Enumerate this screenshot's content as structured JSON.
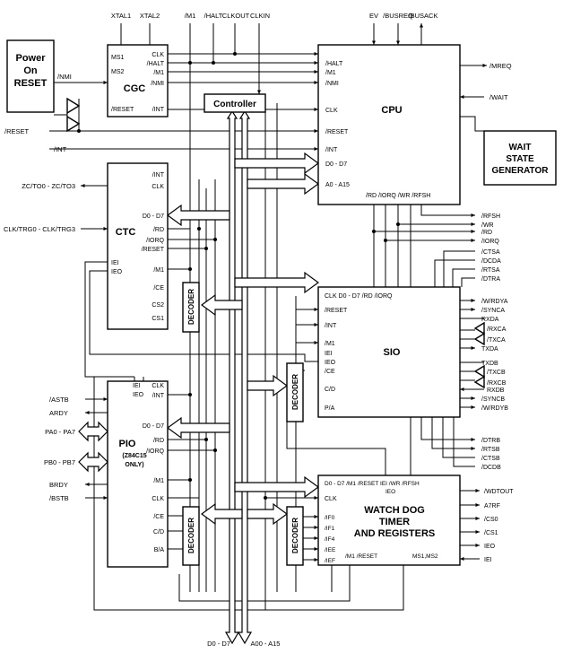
{
  "blocks": {
    "power_on_reset": {
      "line1": "Power",
      "line2": "On",
      "line3": "RESET"
    },
    "cgc": {
      "title": "CGC",
      "left_pins": [
        "MS1",
        "MS2",
        "/RESET"
      ],
      "right_pins": [
        "CLK",
        "/HALT",
        "/M1",
        "/NMI",
        "/INT"
      ]
    },
    "controller": {
      "title": "Controller"
    },
    "cpu": {
      "title": "CPU",
      "left_pins": [
        "/HALT",
        "/M1",
        "/NMI",
        "CLK",
        "/RESET",
        "/INT",
        "D0 - D7",
        "A0 - A15"
      ],
      "bottom_pins": "/RD /IORQ /WR /RFSH"
    },
    "wait_state_generator": {
      "line1": "WAIT",
      "line2": "STATE",
      "line3": "GENERATOR"
    },
    "ctc": {
      "title": "CTC",
      "right_pins": [
        "/INT",
        "CLK",
        "D0 - D7",
        "/RD",
        "/IORQ",
        "/RESET",
        "/M1",
        "/CE",
        "CS2",
        "CS1"
      ],
      "left_pins": [
        "IEI",
        "IEO"
      ]
    },
    "sio": {
      "title": "SIO",
      "top_pins": "CLK  D0 - D7  /RD /IORQ",
      "left_pins": [
        "/RESET",
        "/INT",
        "/M1",
        "IEI",
        "IEO",
        "/CE",
        "C/D",
        "P/A"
      ]
    },
    "pio": {
      "title": "PIO",
      "subtitle1": "(Z84C15",
      "subtitle2": "ONLY)",
      "top_pins": [
        "IEI",
        "IEO"
      ],
      "right_pins": [
        "CLK",
        "/INT",
        "D0 - D7",
        "/RD",
        "/IORQ",
        "/M1",
        "CLK",
        "/CE",
        "C/D",
        "B/A"
      ]
    },
    "wdt": {
      "line1": "WATCH DOG",
      "line2": "TIMER",
      "line3": "AND REGISTERS",
      "top_pins": "D0 - D7  /M1 /RESET  IEI  /WR /RFSH",
      "top_pin2": "IEO",
      "left_pins": [
        "CLK",
        "/IF0",
        "/IF1",
        "/IF4",
        "/IEE",
        "/IEF"
      ],
      "bottom_left": "/M1 /RESET",
      "bottom_right": "MS1,MS2"
    },
    "decoders": {
      "label": "DECODER"
    }
  },
  "top_signals": [
    "XTAL1",
    "XTAL2",
    "/M1",
    "/HALT",
    "CLKOUT",
    "CLKIN",
    "EV",
    "/BUSREQ",
    "/BUSACK"
  ],
  "left_signals": [
    "/NMI",
    "/RESET",
    "/INT",
    "ZC/TO0 - ZC/TO3",
    "CLK/TRG0 - CLK/TRG3",
    "/ASTB",
    "ARDY",
    "PA0 - PA7",
    "PB0 - PB7",
    "BRDY",
    "/BSTB"
  ],
  "cpu_right_signals": [
    "/MREQ",
    "/WAIT"
  ],
  "right_signals": [
    "/RFSH",
    "/WR",
    "/RD",
    "/IORQ",
    "/CTSA",
    "/DCDA",
    "/RTSA",
    "/DTRA",
    "/W/RDYA",
    "/SYNCA",
    "RXDA",
    "/RXCA",
    "/TXCA",
    "TXDA",
    "TXDB",
    "/TXCB",
    "/RXCB",
    "RXDB",
    "/SYNCB",
    "/W/RDYB",
    "/DTRB",
    "/RTSB",
    "/CTSB",
    "/DCDB",
    "/WDTOUT",
    "A7RF",
    "/CS0",
    "/CS1",
    "IEO",
    "IEI"
  ],
  "bottom_buses": [
    "D0 - D7",
    "A00 - A15"
  ]
}
